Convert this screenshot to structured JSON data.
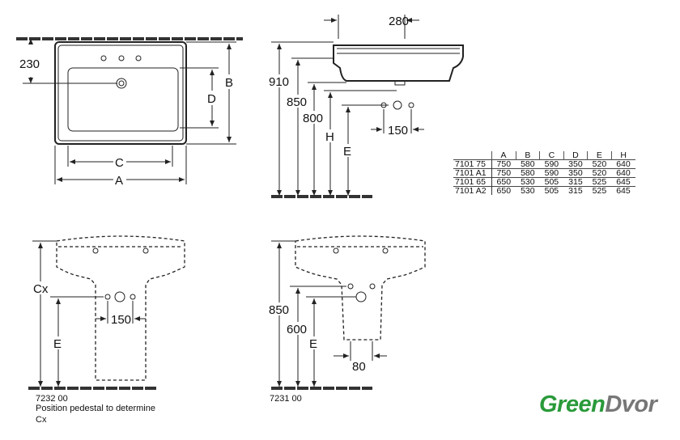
{
  "top_view": {
    "dim_230": "230",
    "dim_A": "A",
    "dim_B": "B",
    "dim_C": "C",
    "dim_D": "D"
  },
  "side_view": {
    "dim_280": "280",
    "dim_910": "910",
    "dim_850": "850",
    "dim_800": "800",
    "dim_H": "H",
    "dim_E": "E",
    "dim_150": "150"
  },
  "pedestal_7232": {
    "dim_Cx": "Cx",
    "dim_E": "E",
    "dim_150": "150",
    "code": "7232 00",
    "note_line1": "Position pedestal to determine",
    "note_line2": "Cx"
  },
  "pedestal_7231": {
    "dim_850": "850",
    "dim_600": "600",
    "dim_E": "E",
    "dim_80": "80",
    "code": "7231 00"
  },
  "table": {
    "headers": [
      "",
      "A",
      "B",
      "C",
      "D",
      "E",
      "H"
    ],
    "rows": [
      [
        "7101 75",
        "750",
        "580",
        "590",
        "350",
        "520",
        "640"
      ],
      [
        "7101 A1",
        "750",
        "580",
        "590",
        "350",
        "520",
        "640"
      ],
      [
        "7101 65",
        "650",
        "530",
        "505",
        "315",
        "525",
        "645"
      ],
      [
        "7101 A2",
        "650",
        "530",
        "505",
        "315",
        "525",
        "645"
      ]
    ]
  },
  "logo": {
    "part1": "Green",
    "part2": "Dvor",
    "green": "#2a9a3a",
    "gray": "#777777"
  }
}
